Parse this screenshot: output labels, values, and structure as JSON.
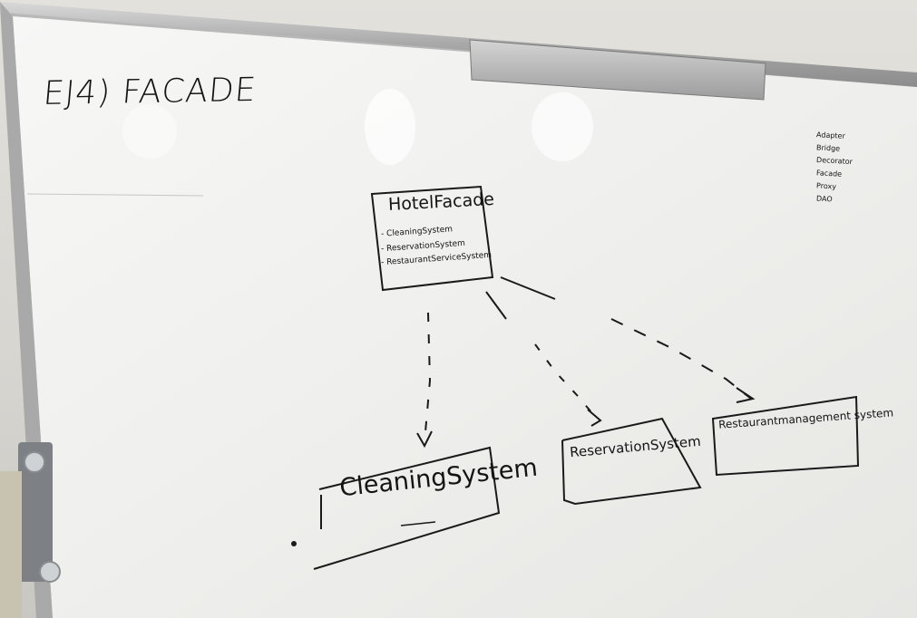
{
  "board": {
    "title": "EJ4) FACADE",
    "side_list": [
      "Adapter",
      "Bridge",
      "Decorator",
      "Facade",
      "Proxy",
      "DAO"
    ],
    "facade_box": {
      "name": "HotelFacade",
      "members": [
        "- CleaningSystem",
        "- ReservationSystem",
        "- RestaurantServiceSystem"
      ]
    },
    "classes": {
      "cleaning": "CleaningSystem",
      "reservation": "ReservationSystem",
      "restaurant": "Restaurantmanagement system"
    }
  }
}
